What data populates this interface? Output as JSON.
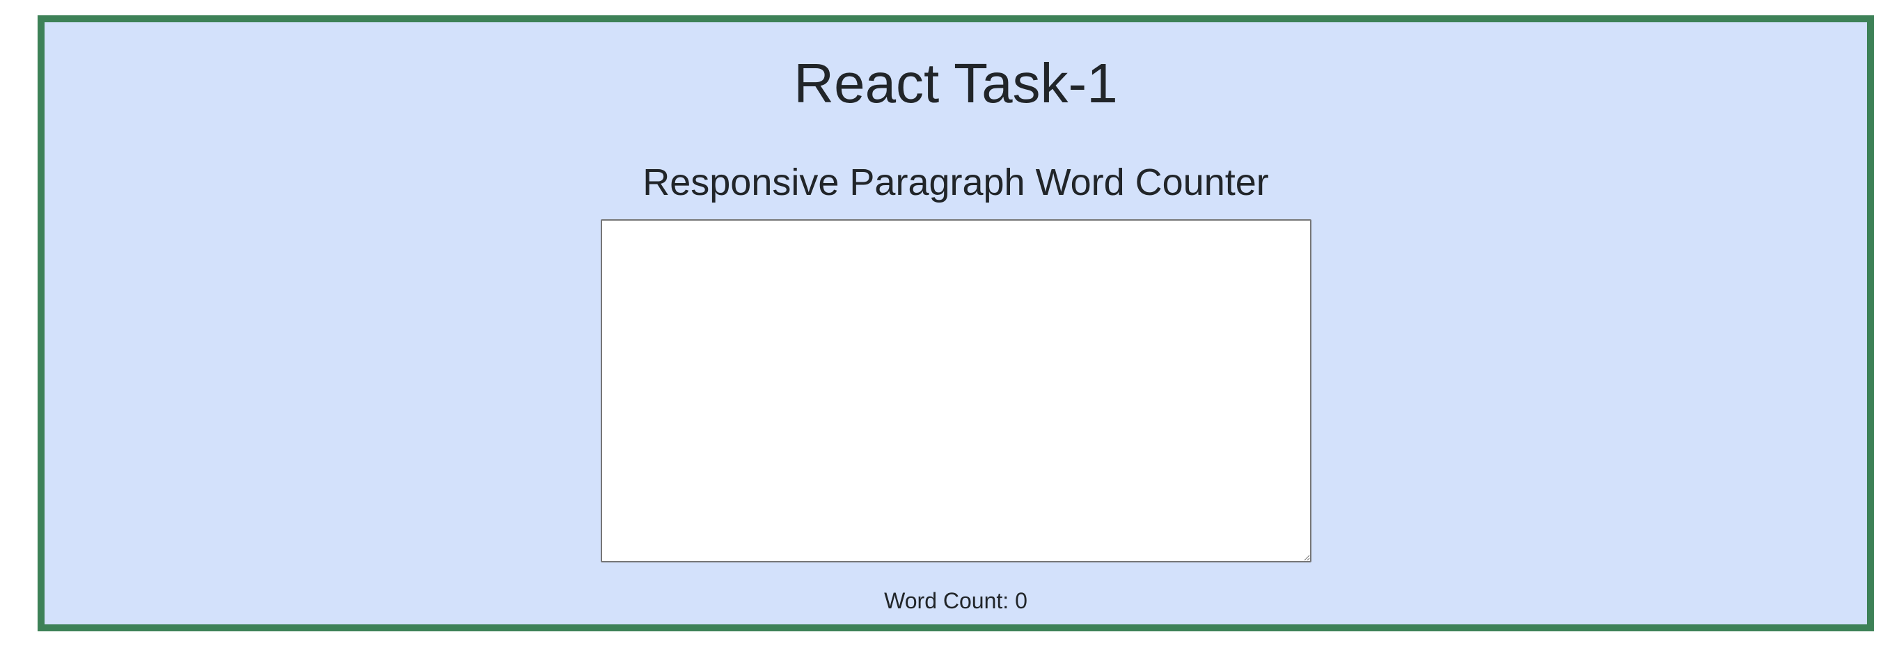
{
  "app": {
    "title": "React Task-1"
  },
  "counter": {
    "heading": "Responsive Paragraph Word Counter",
    "input_value": "",
    "input_placeholder": "",
    "word_count_label": "Word Count:",
    "word_count_value": "0",
    "word_count_text": "Word Count: 0"
  },
  "colors": {
    "frame_border": "#3d8157",
    "frame_background": "#d3e1fb",
    "text": "#212529",
    "textarea_border": "#767676"
  }
}
